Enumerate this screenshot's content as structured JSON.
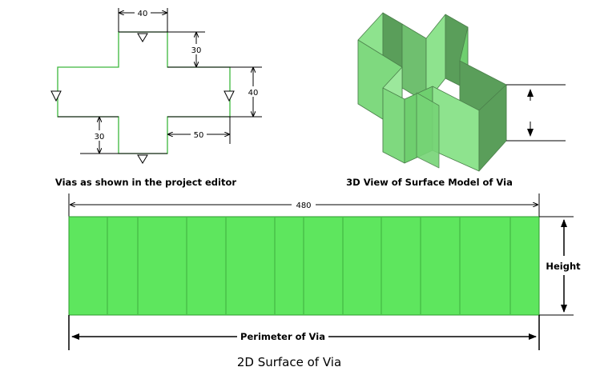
{
  "editor": {
    "caption": "Vias as shown in the project editor",
    "dims": {
      "top_width": "40",
      "top_height": "30",
      "right_height": "40",
      "bottom_height": "30",
      "bottom_width": "50"
    }
  },
  "model3d": {
    "caption": "3D View of Surface Model of Via"
  },
  "surface2d": {
    "caption": "2D Surface of Via",
    "perimeter_value": "480",
    "perimeter_label": "Perimeter of Via",
    "height_label": "Height",
    "panel_count": 12
  },
  "colors": {
    "via_outline": "#3cb83c",
    "surface_fill": "#5ee65e",
    "panel_line": "#3faf3f",
    "face_light": "#8ee38e",
    "face_mid": "#6fcf6f",
    "face_dark": "#5a9e5a"
  }
}
